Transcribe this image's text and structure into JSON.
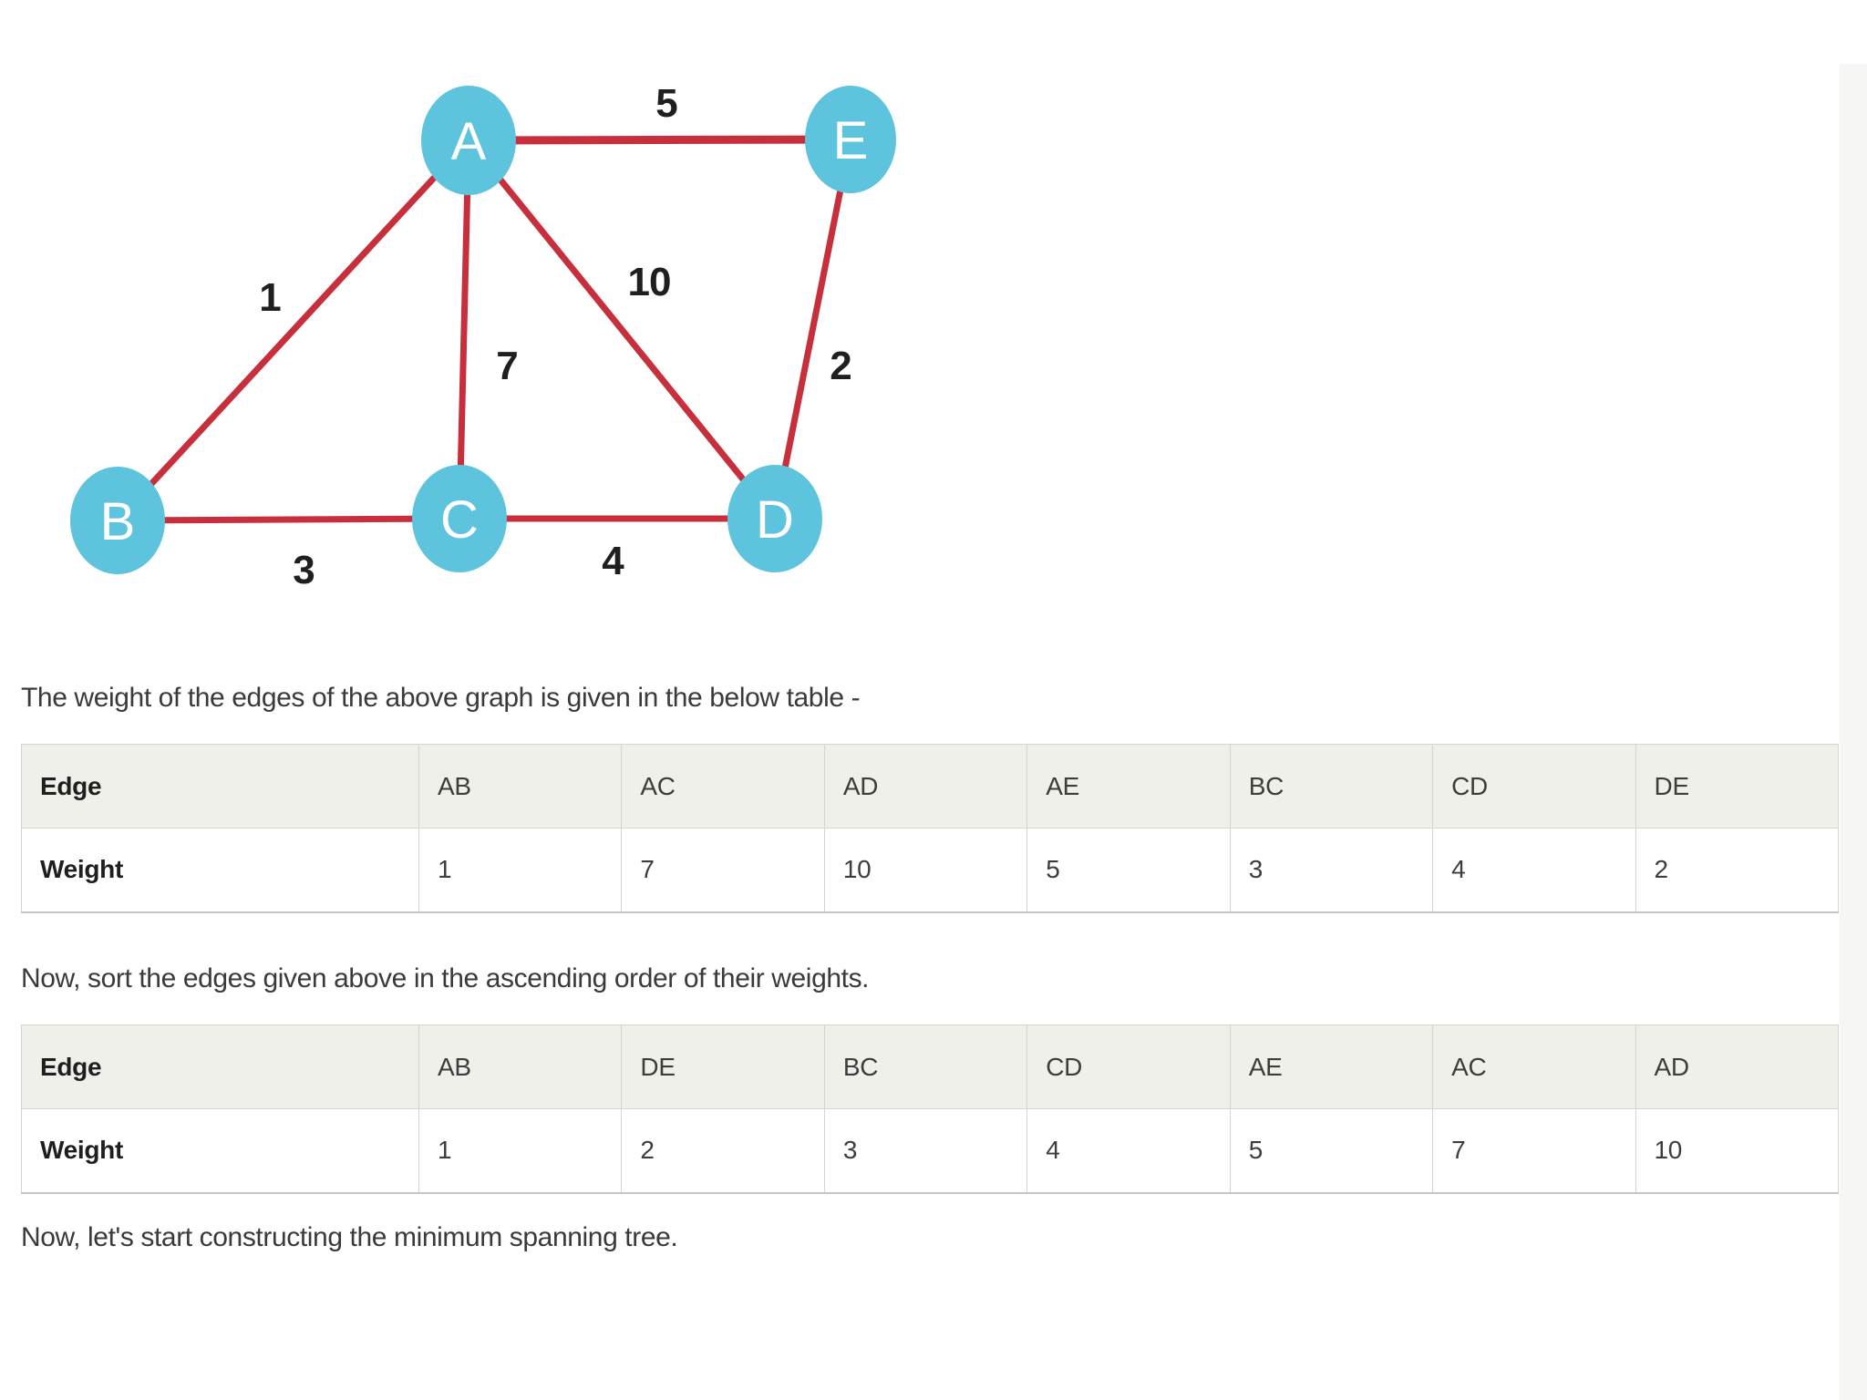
{
  "page": {
    "paragraph1": "The weight of the edges of the above graph is given in the below table -",
    "paragraph2": "Now, sort the edges given above in the ascending order of their weights.",
    "paragraph3": "Now, let's start constructing the minimum spanning tree."
  },
  "colors": {
    "node_fill": "#5ec3dc",
    "edge_stroke": "#c62f3b",
    "node_label_text": "#ffffff",
    "weight_label_text": "#1f1f1f",
    "table_header_bg": "#f0f0eb",
    "table_border": "#d6d6d1",
    "body_text": "#3a3a3a"
  },
  "graph": {
    "nodes": [
      {
        "id": "A",
        "label": "A"
      },
      {
        "id": "E",
        "label": "E"
      },
      {
        "id": "B",
        "label": "B"
      },
      {
        "id": "C",
        "label": "C"
      },
      {
        "id": "D",
        "label": "D"
      }
    ],
    "edges": [
      {
        "from": "A",
        "to": "E",
        "weight": "5"
      },
      {
        "from": "A",
        "to": "B",
        "weight": "1"
      },
      {
        "from": "A",
        "to": "C",
        "weight": "7"
      },
      {
        "from": "A",
        "to": "D",
        "weight": "10"
      },
      {
        "from": "E",
        "to": "D",
        "weight": "2"
      },
      {
        "from": "B",
        "to": "C",
        "weight": "3"
      },
      {
        "from": "C",
        "to": "D",
        "weight": "4"
      }
    ]
  },
  "tables": {
    "edge_weights": {
      "row1_label": "Edge",
      "row2_label": "Weight",
      "headers": [
        "AB",
        "AC",
        "AD",
        "AE",
        "BC",
        "CD",
        "DE"
      ],
      "weights": [
        "1",
        "7",
        "10",
        "5",
        "3",
        "4",
        "2"
      ]
    },
    "sorted_edges": {
      "row1_label": "Edge",
      "row2_label": "Weight",
      "headers": [
        "AB",
        "DE",
        "BC",
        "CD",
        "AE",
        "AC",
        "AD"
      ],
      "weights": [
        "1",
        "2",
        "3",
        "4",
        "5",
        "7",
        "10"
      ]
    }
  }
}
